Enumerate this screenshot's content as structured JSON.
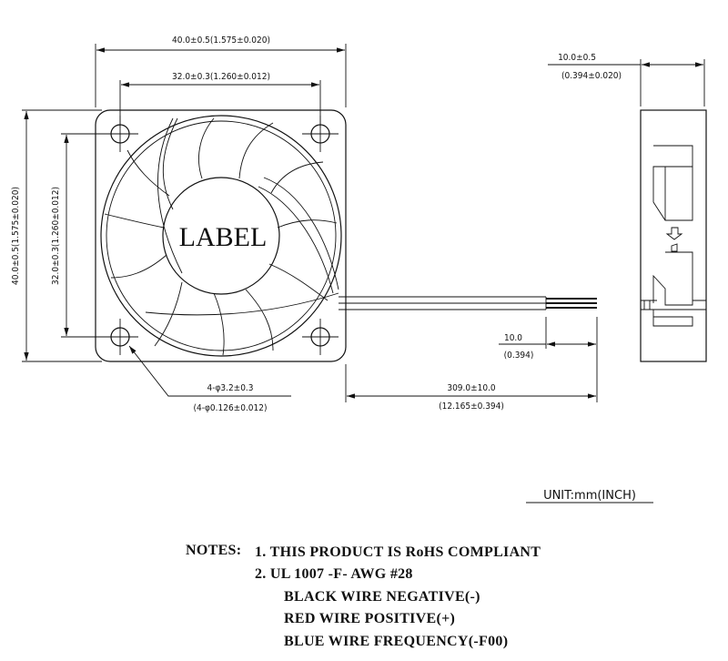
{
  "drawing": {
    "hub_label": "LABEL",
    "dims": {
      "overall_width": "40.0±0.5(1.575±0.020)",
      "hole_spacing_width": "32.0±0.3(1.260±0.012)",
      "overall_height": "40.0±0.5(1.575±0.020)",
      "hole_spacing_height": "32.0±0.3(1.260±0.012)",
      "hole_dia_mm": "4-φ3.2±0.3",
      "hole_dia_in": "(4-φ0.126±0.012)",
      "strip_mm": "10.0",
      "strip_in": "(0.394)",
      "wire_len_mm": "309.0±10.0",
      "wire_len_in": "(12.165±0.394)",
      "thickness_mm": "10.0±0.5",
      "thickness_in": "(0.394±0.020)"
    },
    "unit": "UNIT:mm(INCH)"
  },
  "notes": {
    "heading": "NOTES:",
    "lines": [
      "1. THIS PRODUCT IS RoHS COMPLIANT",
      "2. UL 1007 -F- AWG #28",
      "BLACK WIRE NEGATIVE(-)",
      "RED WIRE POSITIVE(+)",
      "BLUE WIRE FREQUENCY(-F00)"
    ]
  }
}
